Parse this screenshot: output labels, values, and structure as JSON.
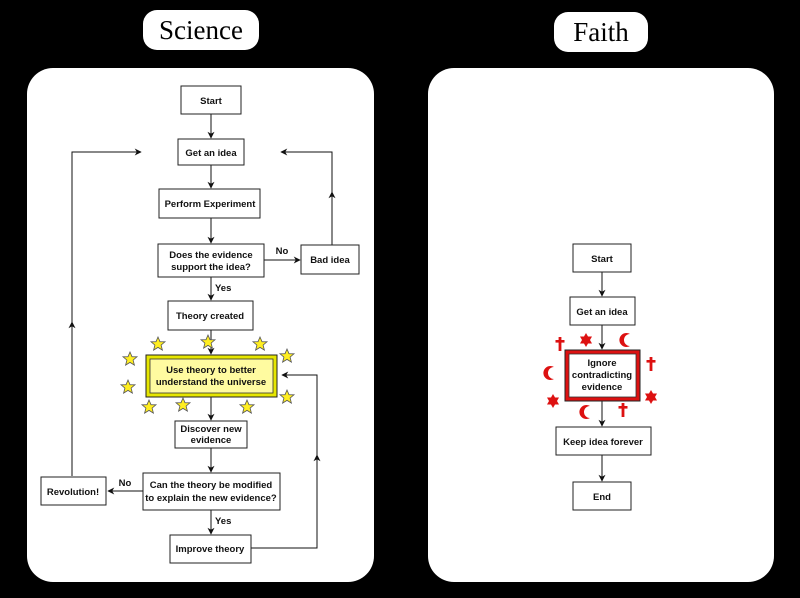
{
  "titles": {
    "science": "Science",
    "faith": "Faith"
  },
  "science": {
    "start": "Start",
    "get_idea": "Get an idea",
    "perform_experiment": "Perform Experiment",
    "evidence_q": [
      "Does the evidence",
      "support the idea?"
    ],
    "bad_idea": "Bad idea",
    "no_label": "No",
    "yes_label": "Yes",
    "theory_created": "Theory created",
    "use_theory": [
      "Use theory to better",
      "understand the universe"
    ],
    "discover": [
      "Discover new",
      "evidence"
    ],
    "modify_q": [
      "Can the theory be modified",
      "to explain the new evidence?"
    ],
    "revolution": "Revolution!",
    "no_label_2": "No",
    "yes_label_2": "Yes",
    "improve": "Improve theory"
  },
  "faith": {
    "start": "Start",
    "get_idea": "Get an idea",
    "ignore": [
      "Ignore",
      "contradicting",
      "evidence"
    ],
    "keep": "Keep idea forever",
    "end": "End"
  },
  "colors": {
    "background": "#000000",
    "panel": "#ffffff",
    "star_fill": "#ffee22",
    "highlight_fill": "#fffba0",
    "highlight_border": "#e6e600",
    "faith_red": "#dd1111"
  },
  "decorations": {
    "science_icons": "star-icon",
    "faith_icons": [
      "star-of-david-icon",
      "crescent-icon",
      "cross-icon"
    ]
  }
}
